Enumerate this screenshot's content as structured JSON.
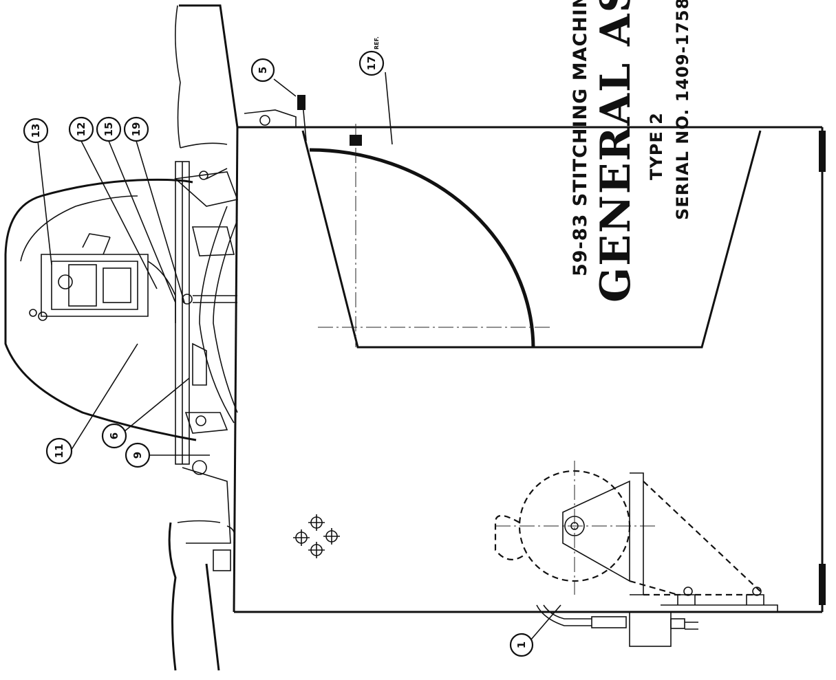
{
  "title": {
    "machine_line": "59-83 STITCHING MACHIN",
    "assembly_line": "GENERAL AS",
    "type_line": "TYPE 2",
    "serial_line": "SERIAL NO. 1409-1758"
  },
  "callouts": [
    {
      "id": "13",
      "label": "13"
    },
    {
      "id": "12",
      "label": "12"
    },
    {
      "id": "15",
      "label": "15"
    },
    {
      "id": "19",
      "label": "19"
    },
    {
      "id": "5",
      "label": "5"
    },
    {
      "id": "17",
      "label": "17",
      "suffix": "REF."
    },
    {
      "id": "11",
      "label": "11"
    },
    {
      "id": "6",
      "label": "6"
    },
    {
      "id": "9",
      "label": "9"
    },
    {
      "id": "1",
      "label": "1"
    }
  ]
}
